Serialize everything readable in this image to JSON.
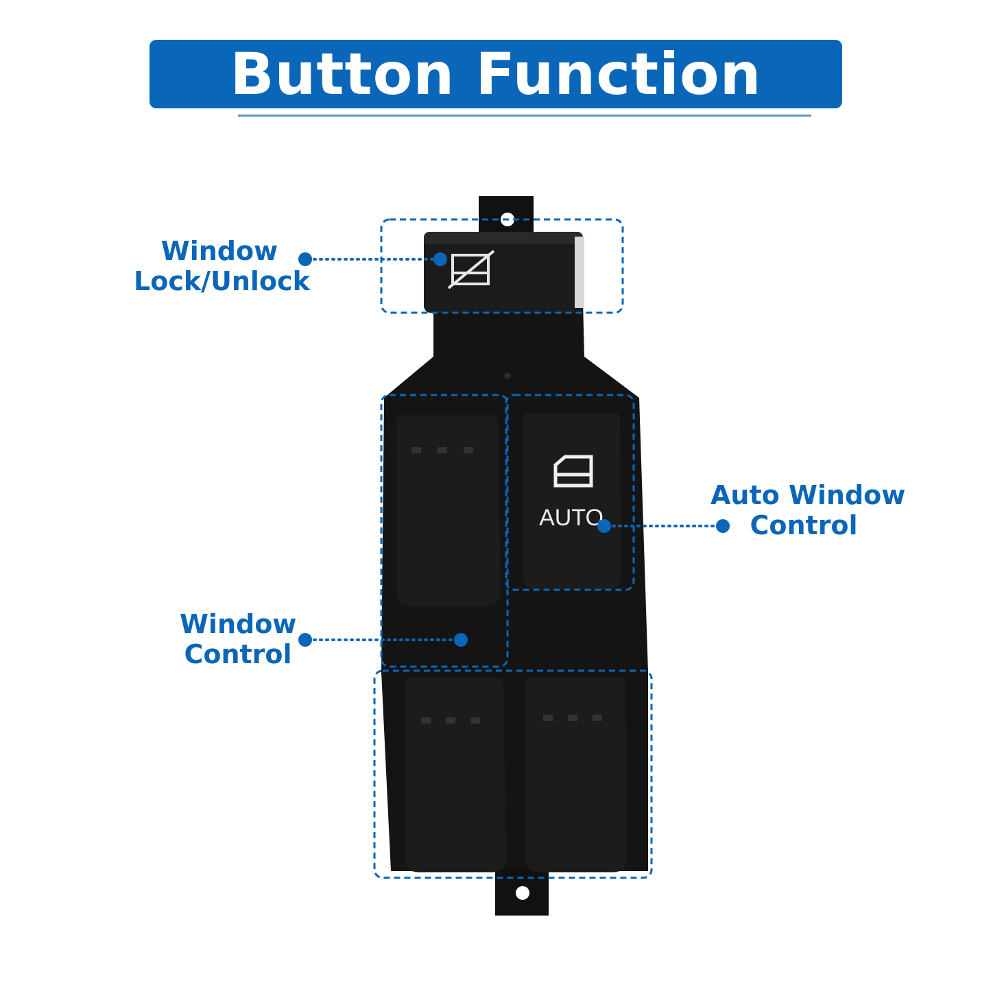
{
  "banner": {
    "title": "Button Function"
  },
  "callouts": {
    "lock": {
      "line1": "Window",
      "line2": "Lock/Unlock"
    },
    "auto": {
      "line1": "Auto Window",
      "line2": "Control"
    },
    "window": {
      "line1": "Window",
      "line2": "Control"
    }
  },
  "switch": {
    "auto_text": "AUTO"
  },
  "colors": {
    "accent": "#0a66b8",
    "panel": "#141414",
    "background": "#ffffff"
  },
  "icons": {
    "lock_button": "window-lock-crossed-icon",
    "auto_button": "car-door-window-icon"
  }
}
